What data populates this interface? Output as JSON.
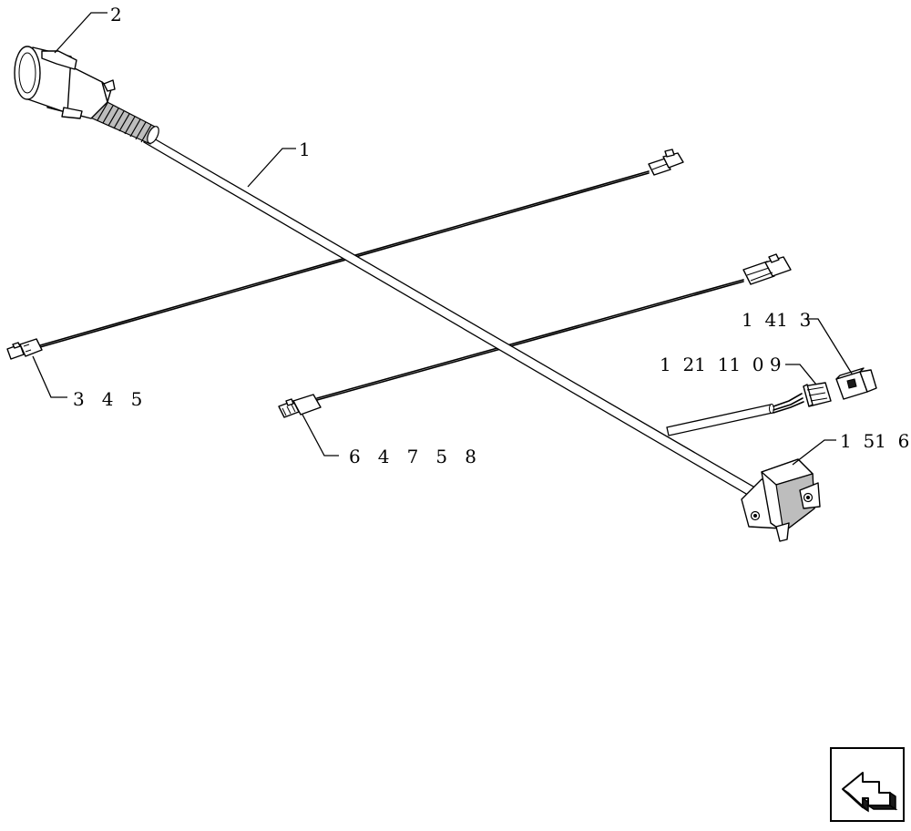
{
  "callouts": {
    "main_harness": "1",
    "plug": "2",
    "left_connector": "3   4   5",
    "center_connector": "6   4   7   5   8",
    "upper_right_connector": "1  41  3",
    "middle_right_connector": "1  21  11  0 9",
    "socket": "1  51  6"
  },
  "colors": {
    "line": "#000000",
    "background": "#ffffff",
    "shading": "#bdbdbd"
  },
  "icons": {
    "nav": "return-arrow-icon"
  }
}
